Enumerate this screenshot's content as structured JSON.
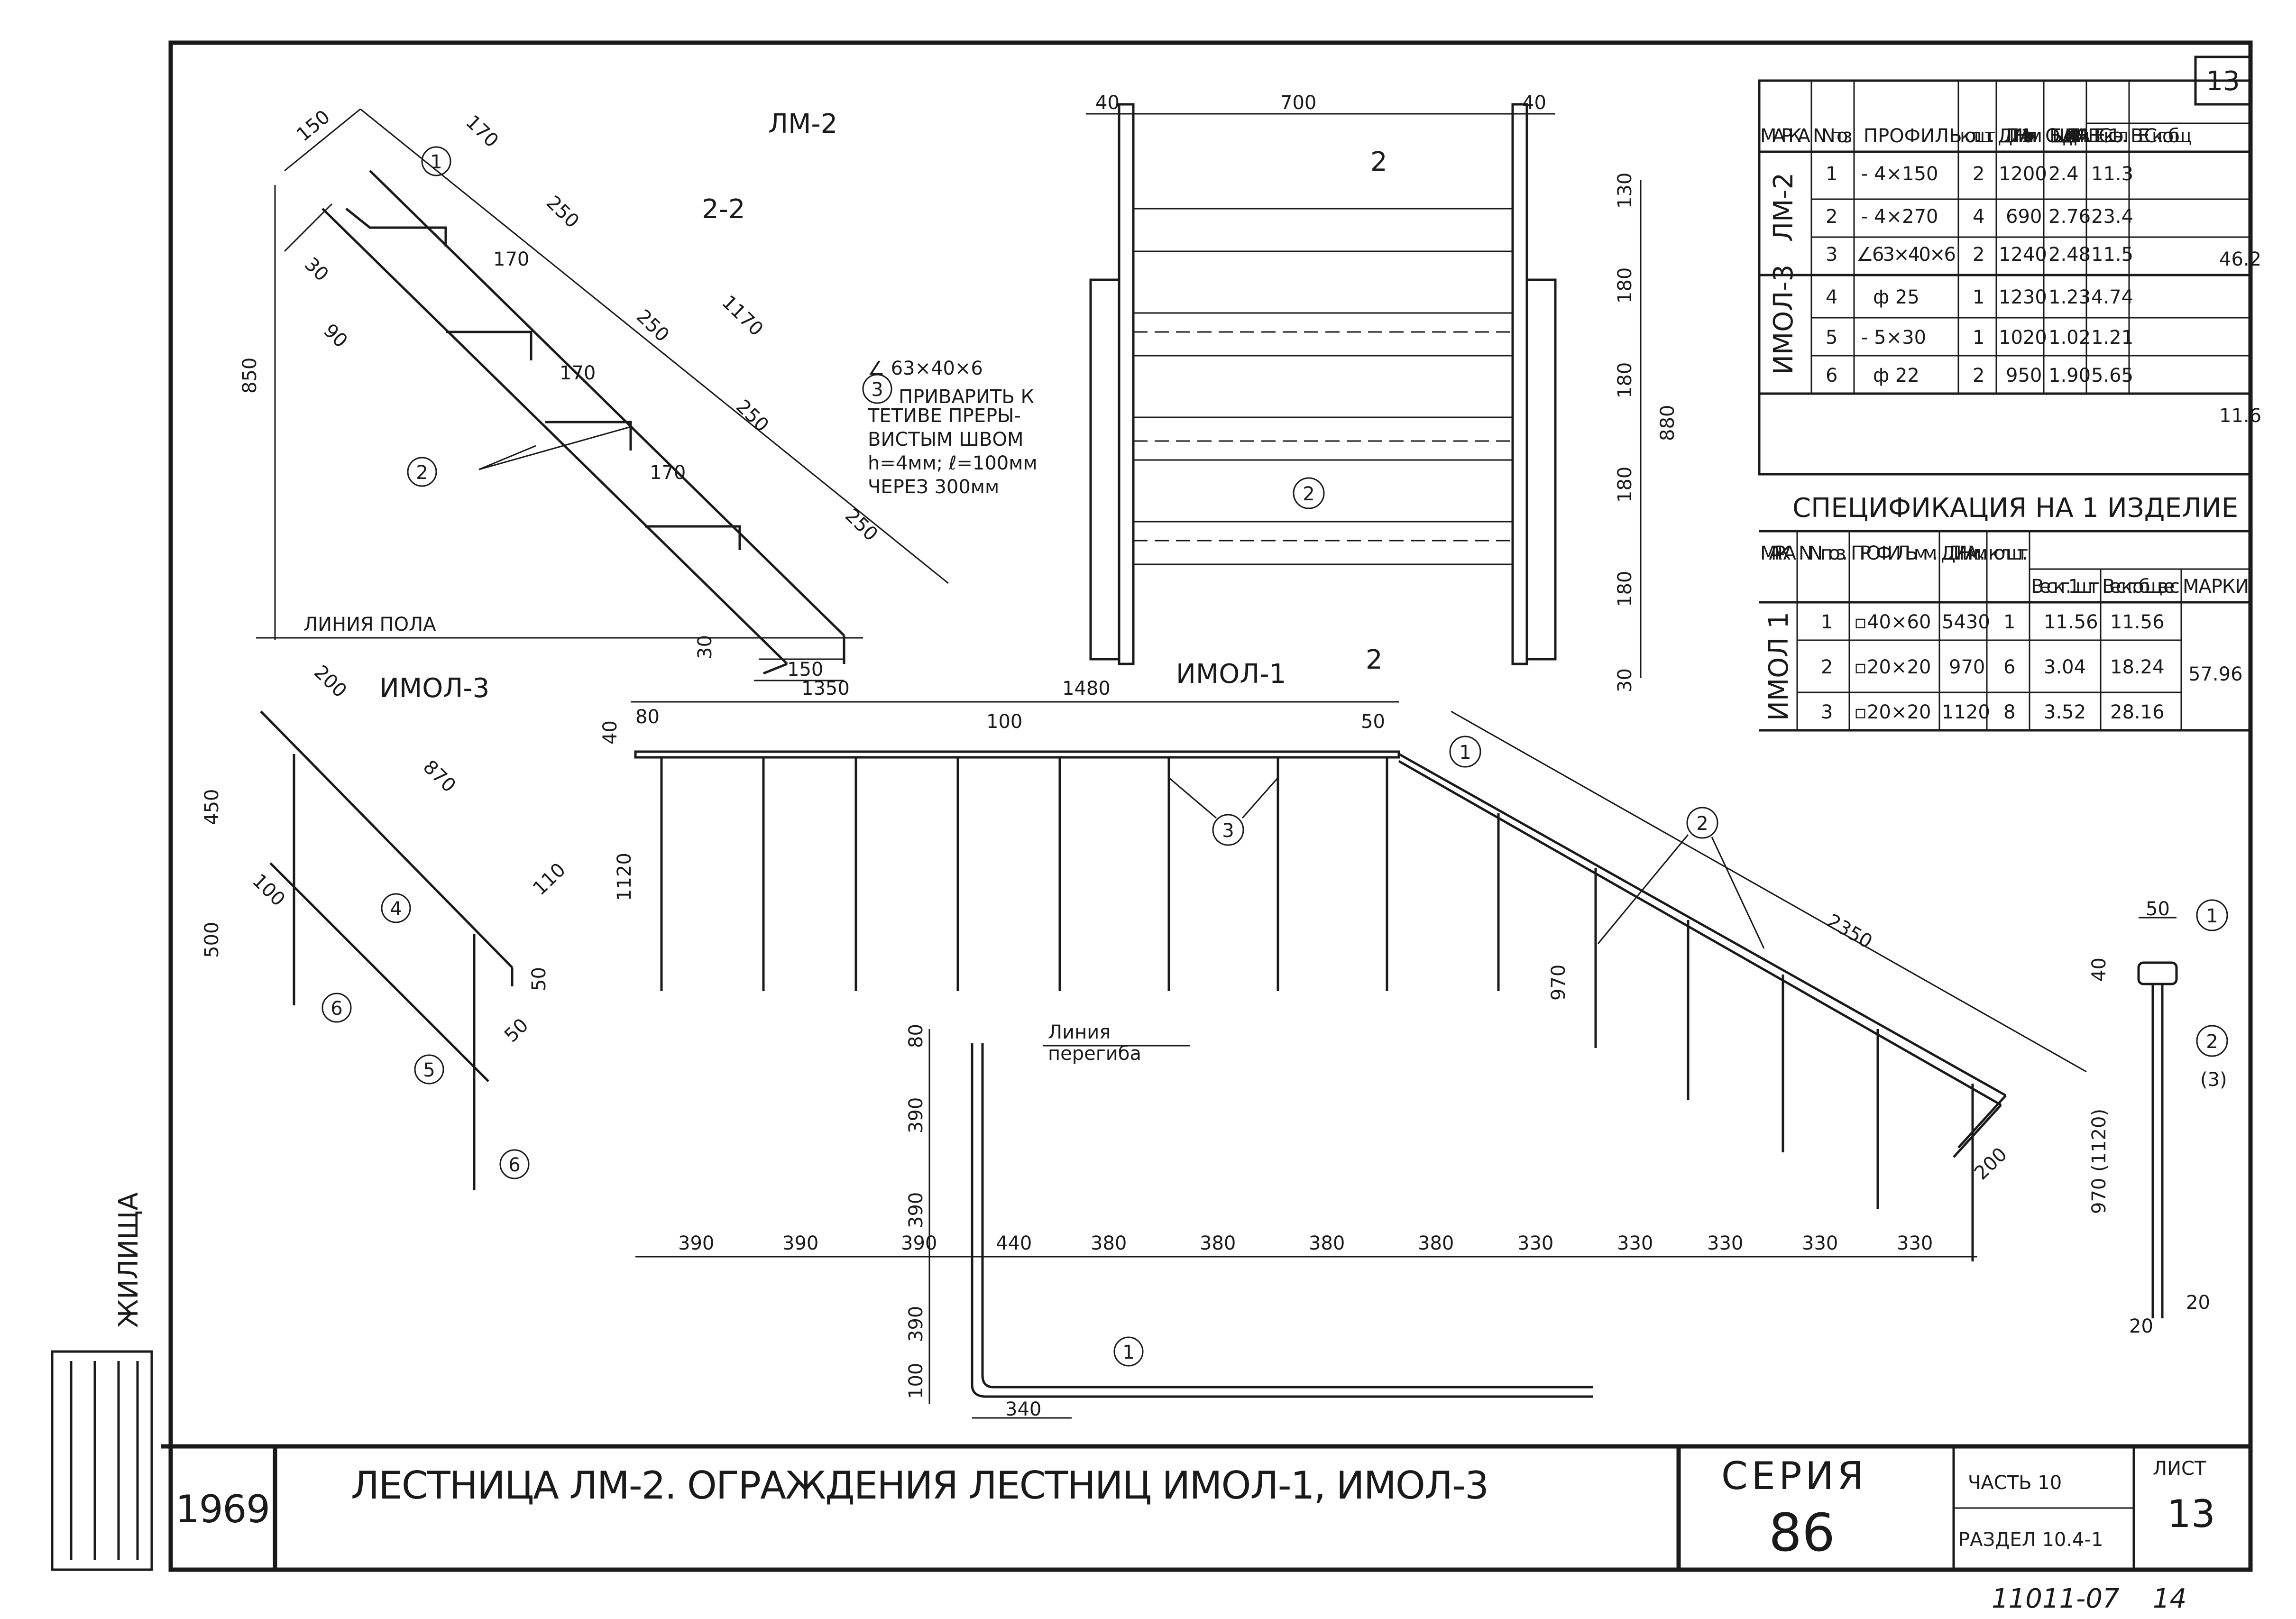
{
  "sheet_no_corner": "13",
  "side_stamp": "ЖИЛИЩА",
  "title_block": {
    "year": "1969",
    "title": "ЛЕСТНИЦА ЛМ-2. ОГРАЖДЕНИЯ ЛЕСТНИЦ ИМОЛ-1, ИМОЛ-3",
    "series_label": "СЕРИЯ",
    "series_no": "86",
    "part": "ЧАСТЬ 10",
    "section": "РАЗДЕЛ 10.4-1",
    "sheet_label": "ЛИСТ",
    "sheet_no": "13",
    "footer_code": "11011-07",
    "footer_num": "14"
  },
  "lm2_view": {
    "name": "ЛМ-2",
    "section": "2-2",
    "floor_line": "ЛИНИЯ ПОЛА",
    "dims": [
      "150",
      "170",
      "250",
      "250",
      "250",
      "250",
      "1170",
      "170",
      "170",
      "170",
      "30",
      "90",
      "850",
      "30",
      "150"
    ],
    "markers": [
      "1",
      "2"
    ]
  },
  "weld_note": {
    "marker": "3",
    "lines": [
      "∠ 63×40×6",
      "ПРИВАРИТЬ К",
      "ТЕТИВЕ ПРЕРЫ-",
      "ВИСТЫМ ШВОМ",
      "h=4мм; ℓ=100мм",
      "ЧЕРЕЗ 300мм"
    ]
  },
  "plan_view": {
    "dims_top": [
      "40",
      "700",
      "40"
    ],
    "dims_right": [
      "130",
      "180",
      "180",
      "180",
      "180",
      "30"
    ],
    "dim_total": "880",
    "section_mark": "2",
    "marker": "2"
  },
  "imol3_view": {
    "name": "ИМОЛ-3",
    "dims": [
      "200",
      "870",
      "450",
      "100",
      "500",
      "110",
      "50",
      "50"
    ],
    "markers": [
      "4",
      "5",
      "6",
      "6"
    ]
  },
  "imol1_view": {
    "name": "ИМОЛ-1",
    "section_mark": "2",
    "dims_top": [
      "1350",
      "1480",
      "80",
      "100",
      "50",
      "40"
    ],
    "dims_side": [
      "1120",
      "970"
    ],
    "diag_dim": "2350",
    "end_dim": "200",
    "bend_line": [
      "Линия",
      "перегиба"
    ],
    "markers": [
      "1",
      "2",
      "3"
    ],
    "bottom_dims": [
      "390",
      "390",
      "390",
      "440",
      "380",
      "380",
      "380",
      "380",
      "330",
      "330",
      "330",
      "330",
      "330"
    ],
    "vert_dims": [
      "80",
      "390",
      "390",
      "390",
      "100"
    ],
    "bottom_dim_340": "340",
    "marker_bottom": "1"
  },
  "section_detail": {
    "dims": [
      "50",
      "40",
      "970 (1120)",
      "20",
      "20"
    ],
    "markers": [
      "1",
      "2",
      "(3)"
    ]
  },
  "spec_top": {
    "headers": [
      "МАРКА",
      "NN поз.",
      "ПРОФИЛЬ",
      "кол. шт.",
      "ДЛИНА 1эл. мм",
      "ОБЩАЯ ДЛИНА м.",
      "ВЕС кг. 1эл.",
      "ВЕС кг. общ."
    ],
    "groups": [
      {
        "mark": "ЛМ-2",
        "total": "46.2",
        "rows": [
          {
            "pos": "1",
            "profile": "- 4×150",
            "qty": "2",
            "len": "1200",
            "total_len": "2.4",
            "w1": "11.3"
          },
          {
            "pos": "2",
            "profile": "- 4×270",
            "qty": "4",
            "len": "690",
            "total_len": "2.76",
            "w1": "23.4"
          },
          {
            "pos": "3",
            "profile": "∠63×40×6",
            "qty": "2",
            "len": "1240",
            "total_len": "2.48",
            "w1": "11.5"
          }
        ]
      },
      {
        "mark": "ИМОЛ-3",
        "total": "11.6",
        "rows": [
          {
            "pos": "4",
            "profile": "ф 25",
            "qty": "1",
            "len": "1230",
            "total_len": "1.23",
            "w1": "4.74"
          },
          {
            "pos": "5",
            "profile": "- 5×30",
            "qty": "1",
            "len": "1020",
            "total_len": "1.02",
            "w1": "1.21"
          },
          {
            "pos": "6",
            "profile": "ф 22",
            "qty": "2",
            "len": "950",
            "total_len": "1.90",
            "w1": "5.65"
          }
        ]
      }
    ]
  },
  "spec_bottom": {
    "title": "СПЕЦИФИКАЦИЯ НА 1 ИЗДЕЛИЕ",
    "headers": [
      "МАР-КА",
      "NN поз.",
      "ПРОФИЛЬ мм.",
      "ДЛИНА мм.",
      "кол. шт.",
      "Вес кг. 1шт",
      "Вес кг. общ.вес",
      "МАРКИ"
    ],
    "mark": "ИМОЛ 1",
    "total": "57.96",
    "rows": [
      {
        "pos": "1",
        "profile": "▫40×60",
        "len": "5430",
        "qty": "1",
        "w1": "11.56",
        "wt": "11.56"
      },
      {
        "pos": "2",
        "profile": "▫20×20",
        "len": "970",
        "qty": "6",
        "w1": "3.04",
        "wt": "18.24"
      },
      {
        "pos": "3",
        "profile": "▫20×20",
        "len": "1120",
        "qty": "8",
        "w1": "3.52",
        "wt": "28.16"
      }
    ]
  }
}
